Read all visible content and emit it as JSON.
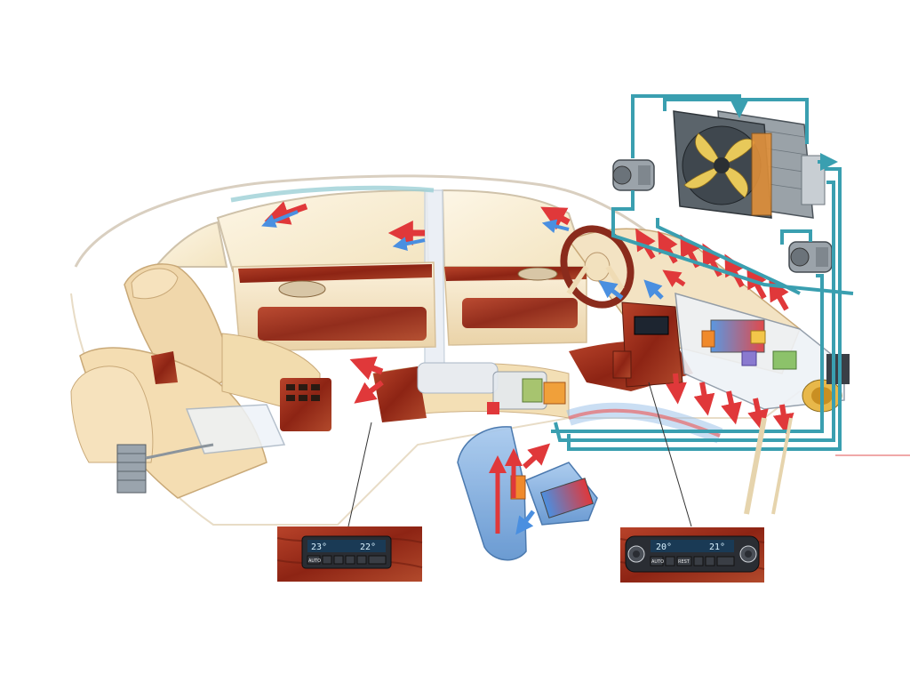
{
  "colors": {
    "background": "#ffffff",
    "body_outline": "#cfc6b8",
    "interior_cream": "#f1e2c4",
    "leather": "#efd6a8",
    "wood": "#9b2a18",
    "wood_light": "#c0502e",
    "coolant_line": "#3a9fb0",
    "airflow_red": "#e0383a",
    "airflow_blue": "#4a8fe0",
    "duct_blue": "#7fb0e0",
    "radiator_grey": "#7c8790",
    "fan_yellow": "#e8c95a",
    "orange_part": "#f08a2c",
    "callout_line": "#333333",
    "red_marker": "#e05050"
  },
  "icons": {
    "radiator": "radiator-fan-icon",
    "compressor": "compressor-icon",
    "blower": "blower-icon",
    "heater_core": "heater-core-icon"
  },
  "rear_panel": {
    "temp_left": "23°",
    "temp_right": "22°",
    "auto_label": "AUTO"
  },
  "front_panel": {
    "temp_left": "20°",
    "temp_right": "21°",
    "auto_label": "AUTO",
    "rest_label": "REST"
  }
}
